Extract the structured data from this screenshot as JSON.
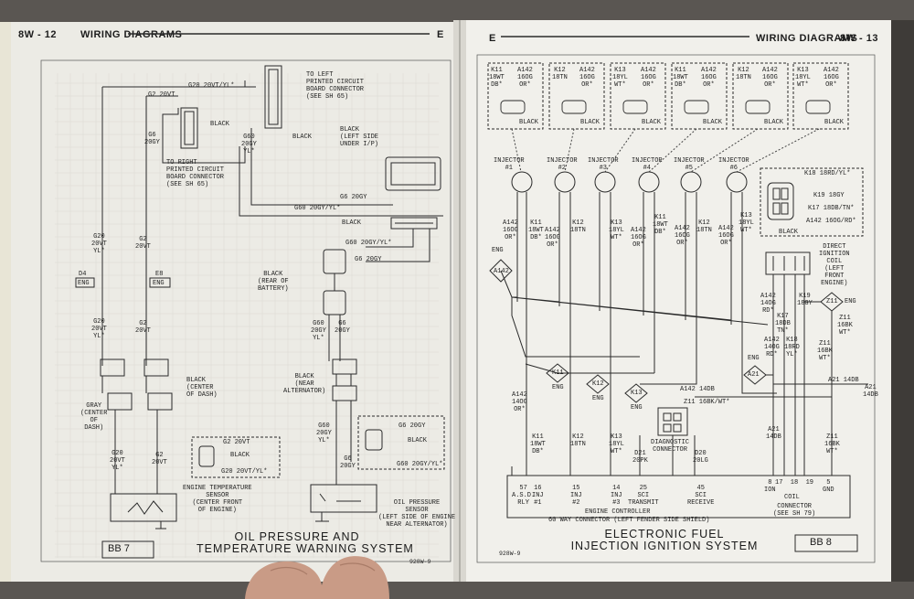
{
  "left_page": {
    "header_left": "8W - 12",
    "header_title": "WIRING DIAGRAMS",
    "header_right": "E",
    "title": "OIL PRESSURE AND\nTEMPERATURE WARNING SYSTEM",
    "page_code": "BB 7",
    "figure_id": "928W-9",
    "labels": {
      "g20_top": "G20 20VT/YL*",
      "g2_top": "G2 20VT",
      "to_left_pcb": "TO LEFT\nPRINTED CIRCUIT\nBOARD CONNECTOR\n(SEE SH 65)",
      "black_1": "BLACK",
      "g6_20gy": "G6\n20GY",
      "to_right_pcb": "TO RIGHT\nPRINTED CIRCUIT\nBOARD CONNECTOR\n(SEE SH 65)",
      "g60_20gy": "G60\n20GY\nYL*",
      "black_2": "BLACK",
      "black_left_side": "BLACK\n(LEFT SIDE\nUNDER I/P)",
      "g6_20gy_h": "G6 20GY",
      "g60_20gy_h": "G60 20GY/YL*",
      "black_3": "BLACK",
      "g20_mid": "G20\n20VT\nYL*",
      "g2_mid": "G2\n20VT",
      "d4": "D4",
      "eng_1": "ENG",
      "e8": "E8",
      "eng_2": "ENG",
      "g60_h2": "G60 20GY/YL*",
      "g6_h2": "G6 20GY",
      "black_rear": "BLACK\n(REAR OF\nBATTERY)",
      "g20_low": "G20\n20VT\nYL*",
      "g2_low": "G2\n20VT",
      "g60_low": "G60\n20GY\nYL*",
      "g6_low": "G6\n20GY",
      "black_center": "BLACK\n(CENTER\nOF DASH)",
      "gray_center": "GRAY\n(CENTER\nOF\nDASH)",
      "black_near_alt": "BLACK\n(NEAR\nALTERNATOR)",
      "g20_bot": "G20\n20VT\nYL*",
      "g2_bot": "G2\n20VT",
      "box_g2": "G2 20VT",
      "box_black": "BLACK",
      "box_g20": "G20 20VT/YL*",
      "g60_bot": "G60\n20GY\nYL*",
      "g6_bot": "G6\n20GY",
      "box2_g6": "G6 20GY",
      "box2_black": "BLACK",
      "box2_g60": "G60 20GY/YL*",
      "eng_temp_sensor": "ENGINE TEMPERATURE\nSENSOR\n(CENTER FRONT\nOF ENGINE)",
      "oil_sensor": "OIL PRESSURE\nSENSOR\n(LEFT SIDE OF ENGINE\nNEAR ALTERNATOR)"
    }
  },
  "right_page": {
    "header_left": "E",
    "header_title": "WIRING DIAGRAMS",
    "header_right": "8W - 13",
    "title": "ELECTRONIC FUEL\nINJECTION IGNITION SYSTEM",
    "page_code": "BB 8",
    "figure_id": "928W-9",
    "connectors": [
      {
        "w1": "K11\n18WT\nDB*",
        "w2": "A142\n16OG\nOR*"
      },
      {
        "w1": "K12\n18TN",
        "w2": "A142\n16OG\nOR*"
      },
      {
        "w1": "K13\n18YL\nWT*",
        "w2": "A142\n16OG\nOR*"
      },
      {
        "w1": "K11\n18WT\nDB*",
        "w2": "A142\n16OG\nOR*"
      },
      {
        "w1": "K12\n18TN",
        "w2": "A142\n16OG\nOR*"
      },
      {
        "w1": "K13\n18YL\nWT*",
        "w2": "A142\n16OG\nOR*"
      }
    ],
    "connector_black": "BLACK",
    "injectors": [
      "INJECTOR\n#1",
      "INJECTOR\n#2",
      "INJECTOR\n#3",
      "INJECTOR\n#4",
      "INJECTOR\n#5",
      "INJECTOR\n#6"
    ],
    "coil_plug": {
      "w1": "K18 18RD/YL*",
      "w2": "K19 18GY",
      "w3": "K17 18DB/TN*",
      "w4": "A142 16OG/RD*",
      "black": "BLACK"
    },
    "labels": {
      "eng_a142": "ENG",
      "a142": "A142",
      "direct_coil": "DIRECT\nIGNITION\nCOIL\n(LEFT\nFRONT\nENGINE)",
      "k11_inj1": "K11\n18WT\nDB*",
      "a142_inj1": "A142\n16OG\nOR*",
      "k12_inj2": "K12\n18TN",
      "a142_inj2": "A142\n16OG\nOR*",
      "k13_inj3": "K13\n18YL\nWT*",
      "a142_inj4": "A142\n16OG\nOR*",
      "k11_inj4": "K11\n18WT\nDB*",
      "a142_inj5": "A142\n16OG\nOR*",
      "k12_inj5": "K12\n18TN",
      "a142_inj6": "A142\n16OG\nOR*",
      "k13_inj6": "K13\n18YL\nWT*",
      "a142_coil": "A142\n14OG\nRD*",
      "k17_coil": "K17\n18DB\nTN*",
      "k19_coil": "K19\n18GY",
      "z11_eng": "Z11",
      "eng_z11": "ENG",
      "z11_wire": "Z11\n16BK\nWT*",
      "a21_circle": "A21",
      "a21_h": "A21 14DB",
      "eng_a21": "ENG",
      "a142_14og_1": "A142\n14OG\nRD*",
      "k18_coil": "K18\n18RD\nYL*",
      "z11_16bk": "Z11\n16BK\nWT*",
      "k11_circle": "K11",
      "eng_k11": "ENG",
      "k12_circle": "K12",
      "eng_k12": "ENG",
      "k13_circle": "K13",
      "eng_k13": "ENG",
      "a142_14og_h": "A142 14DB",
      "z11_16bk_h": "Z11 16BK/WT*",
      "diag_conn": "DIAGNOSTIC\nCONNECTOR",
      "a142_14og_v": "A142\n14OG\nOR*",
      "k11_low": "K11\n18WT\nDB*",
      "k12_low": "K12\n18TN",
      "k13_low": "K13\n18YL\nWT*",
      "d21": "D21\n20PK",
      "d20": "D20\n20LG",
      "a21_v": "A21\n14DB",
      "a21_v2": "A21\n14DB",
      "z11_v": "Z11\n16BK\nWT*",
      "pin_57": "57\nA.S.D.\nRLY",
      "pin_16": "16\nINJ\n#1",
      "pin_15": "15\nINJ\n#2",
      "pin_14": "14\nINJ\n#3",
      "pin_25": "25\nSCI\nTRANSMIT",
      "pin_45": "45\nSCI\nRECEIVE",
      "pin_8": "8\nION",
      "pin_17": "17  18  19",
      "coil_lbl": "COIL",
      "pin_5": "5\nGND",
      "engine_controller": "ENGINE CONTROLLER",
      "way60": "60 WAY CONNECTOR (LEFT FENDER SIDE SHIELD)",
      "connector": "CONNECTOR\n(SEE SH 79)"
    }
  }
}
